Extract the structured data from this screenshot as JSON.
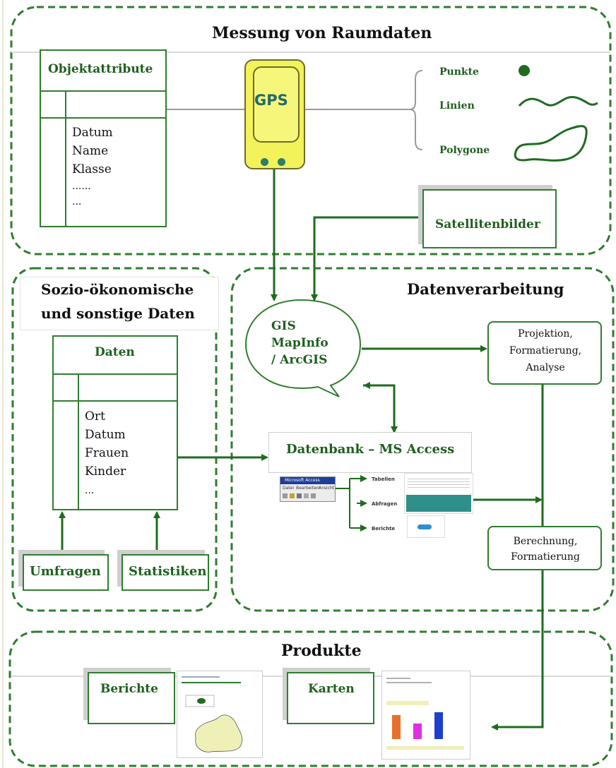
{
  "sections": {
    "messung": "Messung von Raumdaten",
    "sozio_line1": "Sozio-ökonomische",
    "sozio_line2": "und sonstige Daten",
    "verarbeitung": "Datenverarbeitung",
    "produkte": "Produkte"
  },
  "objektattribute": {
    "title": "Objektattribute",
    "items": [
      "Datum",
      "Name",
      "Klasse",
      "......",
      "..."
    ]
  },
  "gps": {
    "label": "GPS"
  },
  "geometries": {
    "punkte": "Punkte",
    "linien": "Linien",
    "polygone": "Polygone"
  },
  "satellitenbilder": "Satellitenbilder",
  "daten": {
    "title": "Daten",
    "items": [
      "Ort",
      "Datum",
      "Frauen",
      "Kinder",
      "..."
    ]
  },
  "sources": {
    "umfragen": "Umfragen",
    "statistiken": "Statistiken"
  },
  "gis": {
    "line1": "GIS",
    "line2": "MapInfo",
    "line3": "/ ArcGIS"
  },
  "projektion": {
    "line1": "Projektion,",
    "line2": "Formatierung,",
    "line3": "Analyse"
  },
  "datenbank": "Datenbank – MS Access",
  "access": {
    "window_title": "Microsoft Access",
    "menu": [
      "Datei",
      "Bearbeiten",
      "Ansicht"
    ],
    "branches": [
      "Tabellen",
      "Abfragen",
      "Berichte"
    ]
  },
  "berechnung": {
    "line1": "Berechnung,",
    "line2": "Formatierung"
  },
  "products": {
    "berichte": "Berichte",
    "karten": "Karten"
  },
  "colors": {
    "green": "#2f7d2f",
    "gps_yellow": "#f2f25a",
    "access_teal": "#2f8f8a"
  }
}
